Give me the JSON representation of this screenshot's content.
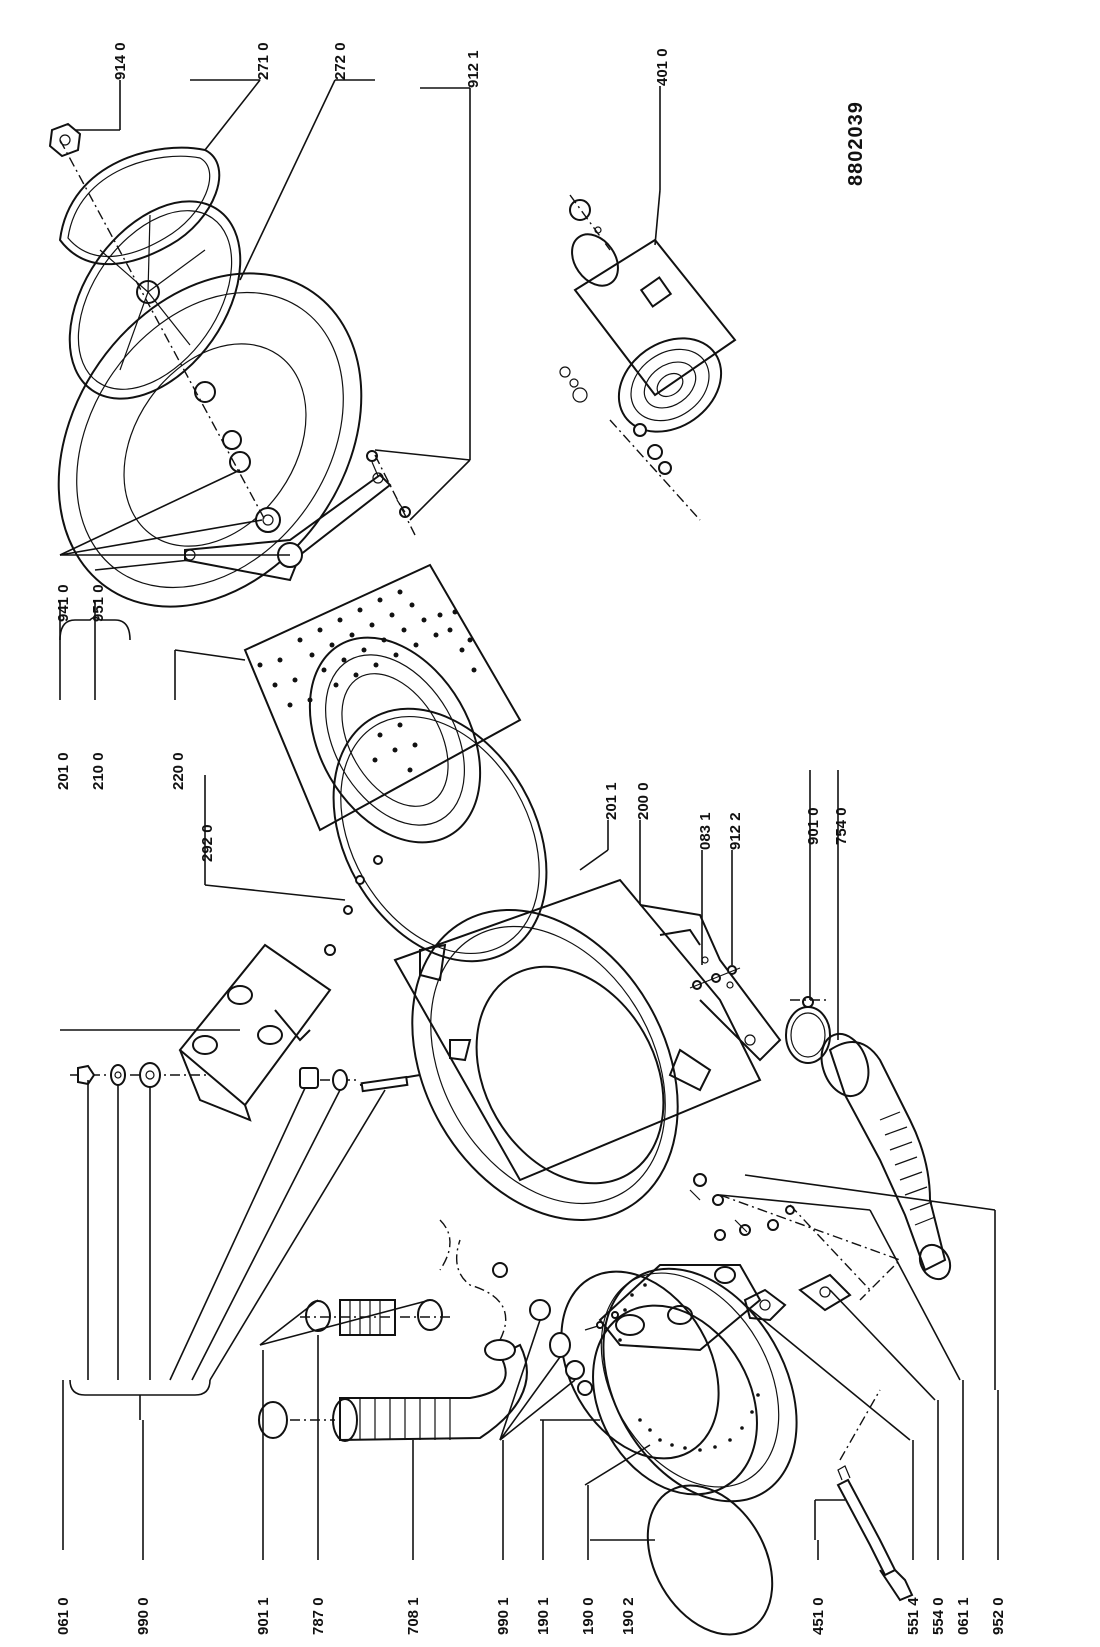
{
  "diagram_code": "8802039",
  "callouts": {
    "c9140": "914 0",
    "c2710": "271 0",
    "c2720": "272 0",
    "c9121": "912 1",
    "c4010": "401 0",
    "c9410": "941 0",
    "c9510": "951 0",
    "c2010": "201 0",
    "c2100": "210 0",
    "c2200": "220 0",
    "c2920": "292 0",
    "c2011": "201 1",
    "c2000": "200 0",
    "c0831": "083 1",
    "c9122": "912 2",
    "c9010": "901 0",
    "c7540": "754 0",
    "c0610": "061 0",
    "c9900": "990 0",
    "c9011": "901 1",
    "c7870": "787 0",
    "c7081": "708 1",
    "c9901": "990 1",
    "c1901": "190 1",
    "c1900": "190 0",
    "c1902": "190 2",
    "c4510": "451 0",
    "c5514": "551 4",
    "c5540": "554 0",
    "c0611": "061 1",
    "c9520": "952 0"
  }
}
